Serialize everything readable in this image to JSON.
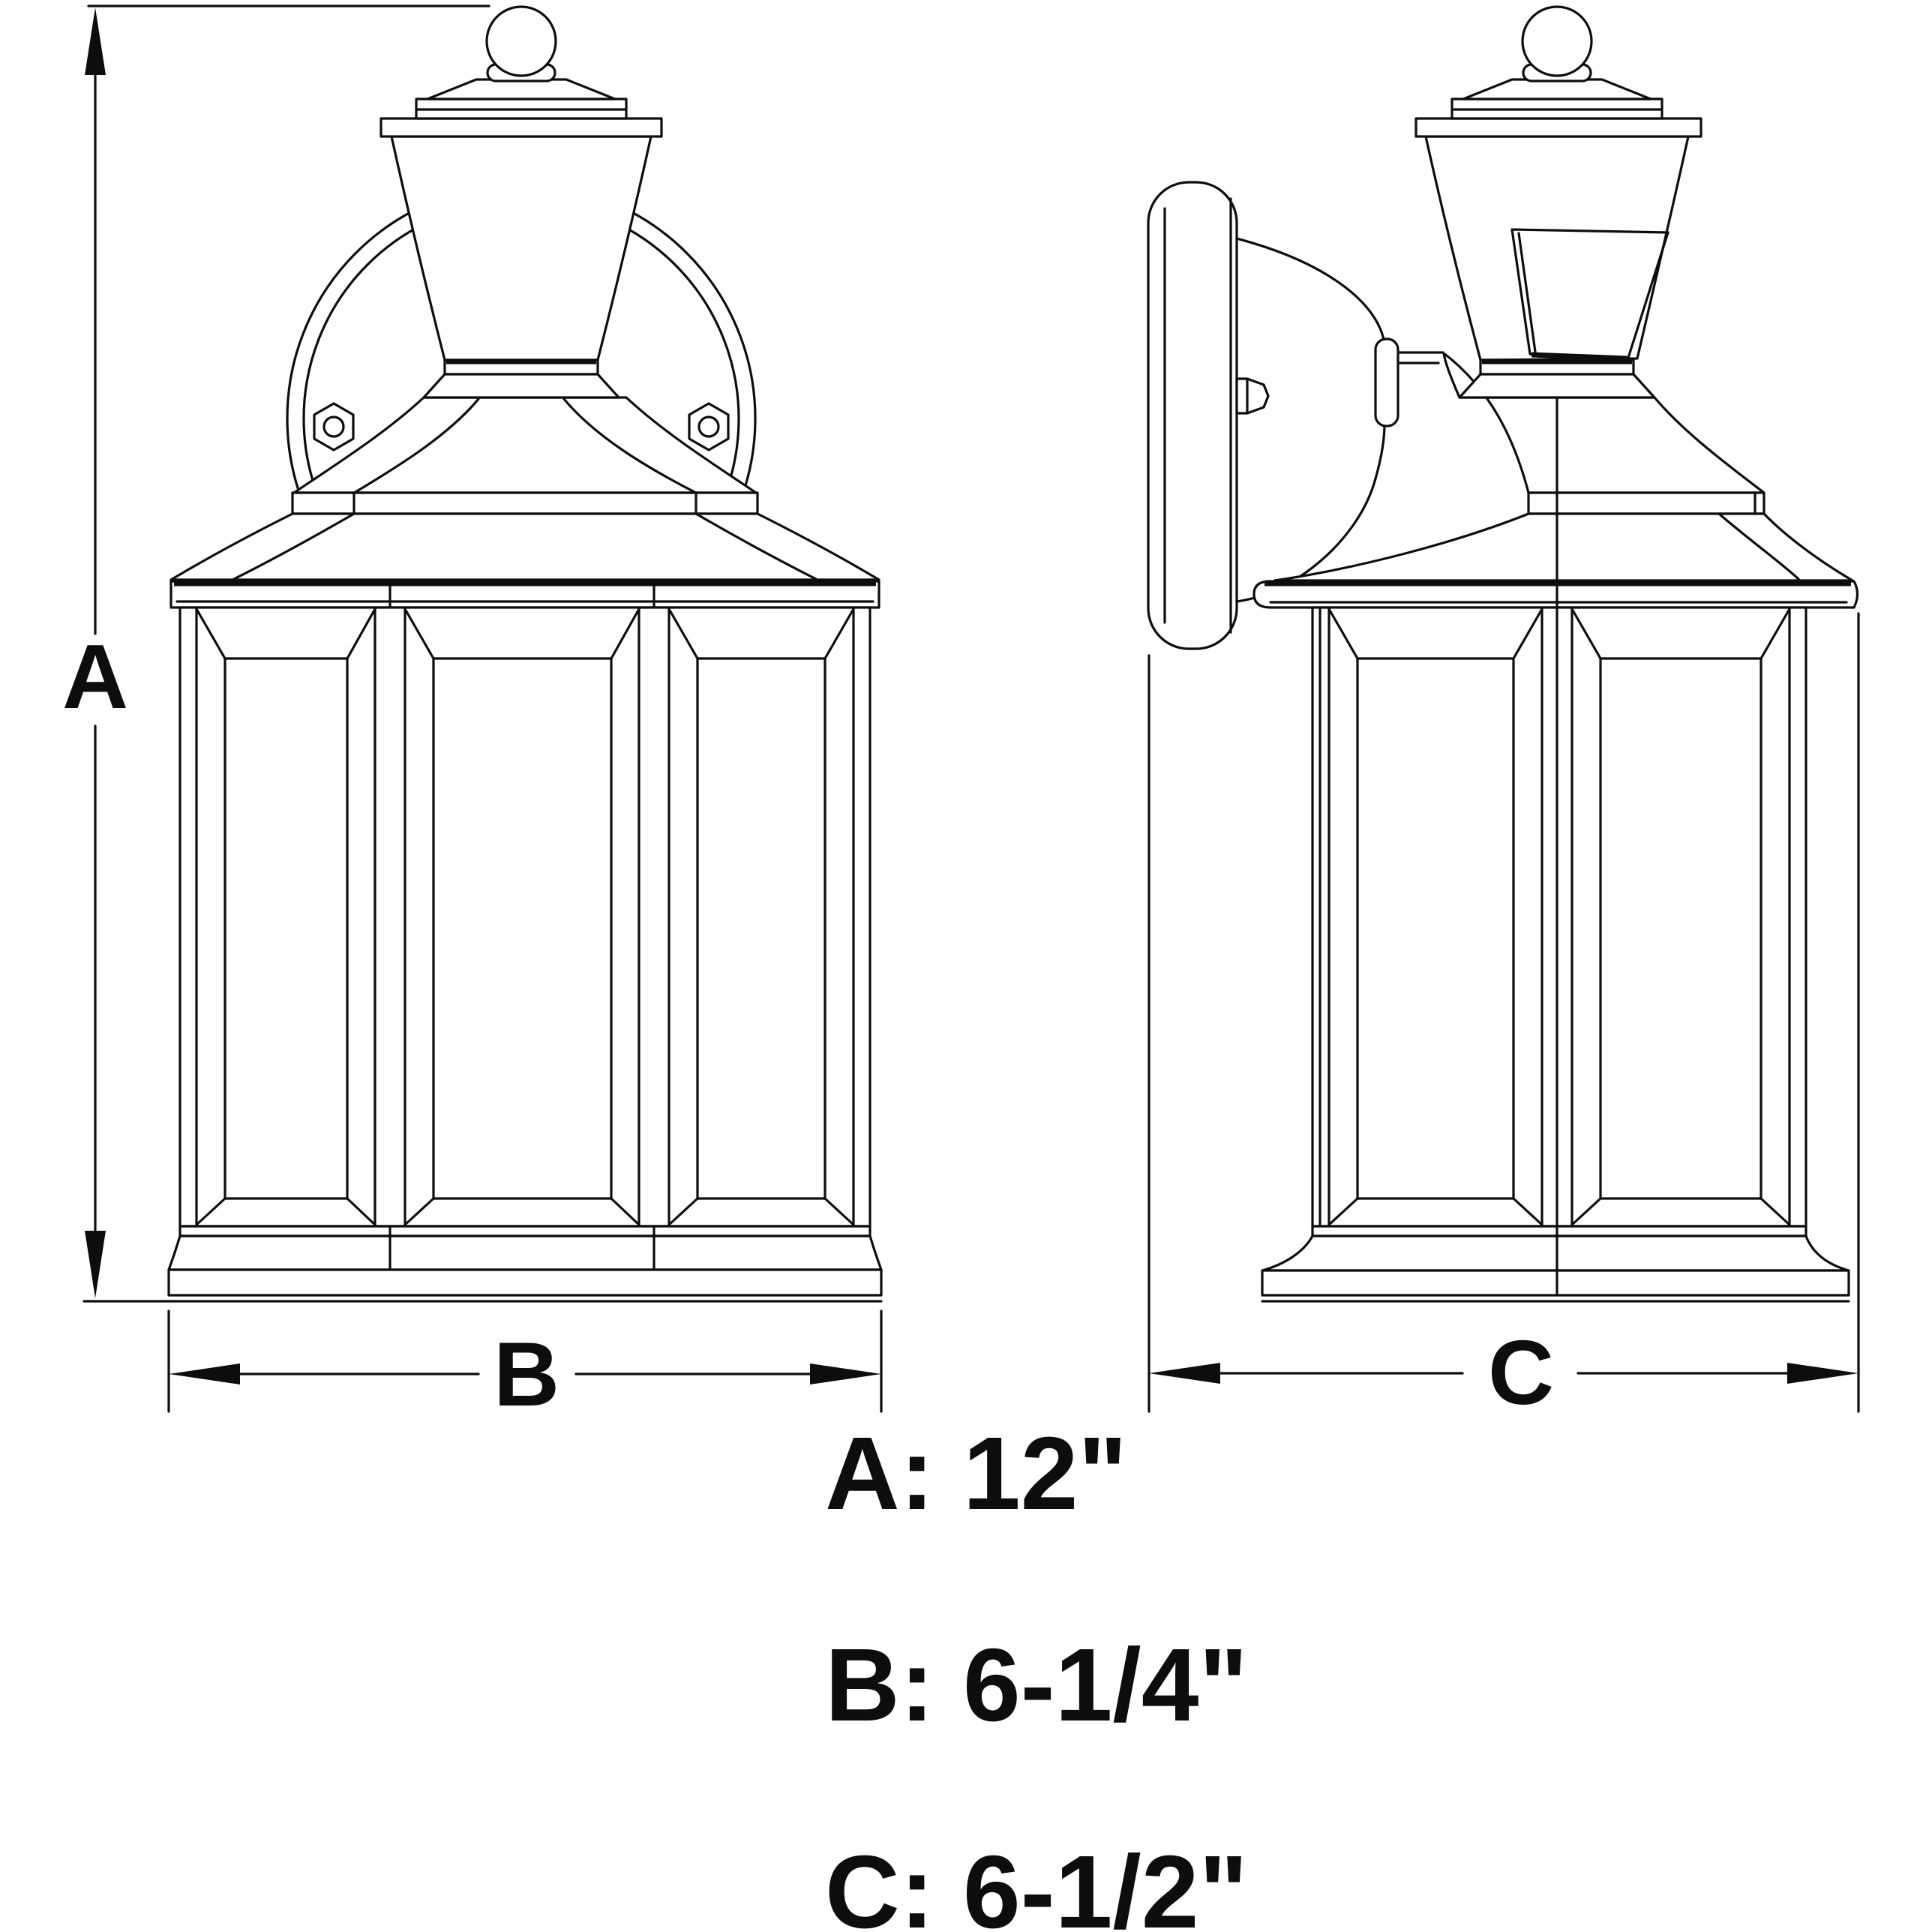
{
  "page": {
    "background": "#ffffff",
    "line_color": "#0d0d0d",
    "description_type": "wall-lantern-dimension-diagram"
  },
  "dimension_markers": {
    "a": "A",
    "b": "B",
    "c": "C"
  },
  "specs": {
    "a": "A: 12\"",
    "b": "B: 6-1/4\"",
    "c": "C: 6-1/2\""
  }
}
